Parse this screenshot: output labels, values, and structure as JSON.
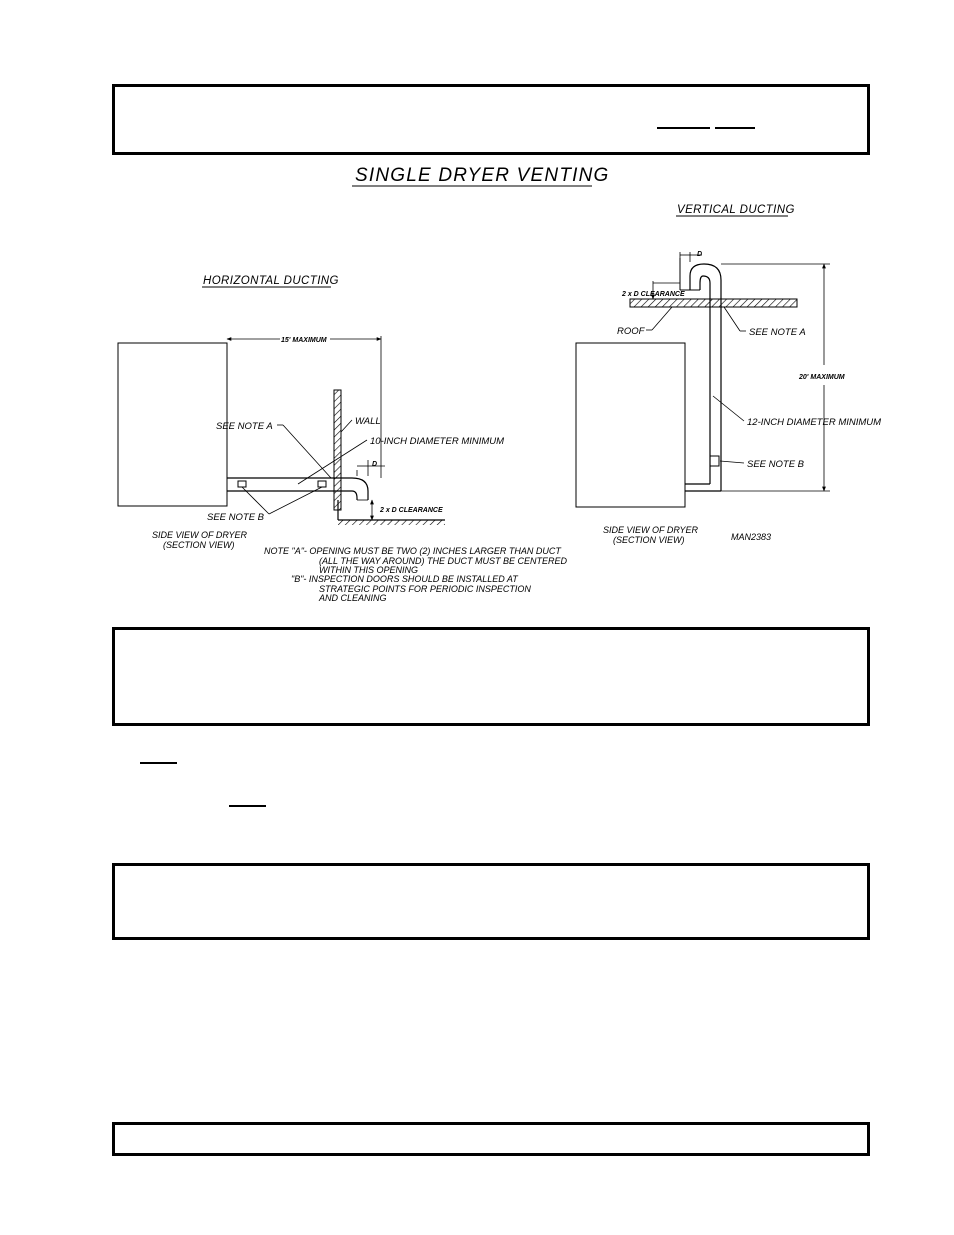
{
  "title": "SINGLE DRYER VENTING",
  "horizontal": {
    "heading": "HORIZONTAL DUCTING",
    "max_length": "15' MAXIMUM",
    "see_note_a": "SEE NOTE A",
    "wall": "WALL",
    "diameter": "10-INCH DIAMETER MINIMUM",
    "d_label": "D",
    "clearance": "2 x D CLEARANCE",
    "see_note_b": "SEE NOTE B",
    "caption_line1": "SIDE VIEW OF DRYER",
    "caption_line2": "(SECTION VIEW)"
  },
  "vertical": {
    "heading": "VERTICAL DUCTING",
    "d_label": "D",
    "clearance": "2 x D CLEARANCE",
    "roof": "ROOF",
    "see_note_a": "SEE NOTE A",
    "max_length": "20' MAXIMUM",
    "diameter": "12-INCH DIAMETER MINIMUM",
    "see_note_b": "SEE NOTE B",
    "caption_line1": "SIDE VIEW OF DRYER",
    "caption_line2": "(SECTION VIEW)",
    "drawing_id": "MAN2383"
  },
  "notes": {
    "a_line1": "NOTE \"A\"- OPENING MUST BE TWO (2) INCHES LARGER THAN DUCT",
    "a_line2": "(ALL THE WAY AROUND) THE DUCT MUST BE CENTERED",
    "a_line3": "WITHIN THIS OPENING",
    "b_line1": "\"B\"- INSPECTION DOORS SHOULD BE INSTALLED AT",
    "b_line2": "STRATEGIC POINTS FOR PERIODIC INSPECTION",
    "b_line3": "AND CLEANING"
  }
}
